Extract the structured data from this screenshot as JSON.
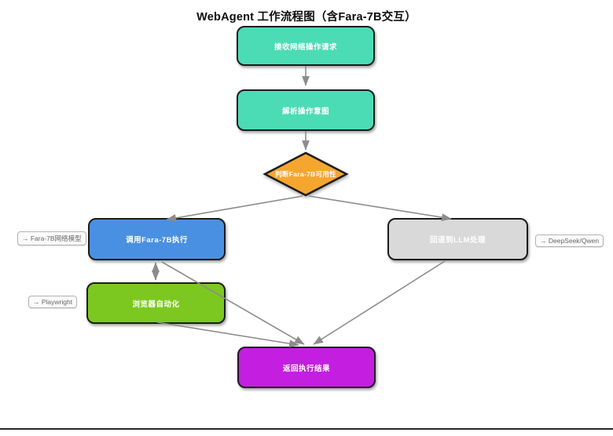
{
  "title": "WebAgent 工作流程图（含Fara-7B交互）",
  "nodes": {
    "receive": {
      "label": "接收网络操作请求",
      "color": "#4BDCB5"
    },
    "parse": {
      "label": "解析操作意图",
      "color": "#4BDCB5"
    },
    "decision": {
      "label": "判断Fara-7B可用性",
      "color": "#F5A62F"
    },
    "call_fara": {
      "label": "调用Fara-7B执行",
      "color": "#4A90E2"
    },
    "fallback": {
      "label": "回退到LLM处理",
      "color": "#D9D9D9"
    },
    "browser": {
      "label": "浏览器自动化",
      "color": "#7CC820"
    },
    "result": {
      "label": "返回执行结果",
      "color": "#C41EE0"
    }
  },
  "annotations": {
    "fara_model": "→ Fara-7B网络模型",
    "deepseek": "→ DeepSeek/Qwen",
    "playwright": "→ Playwright"
  },
  "edges": [
    {
      "from": "receive",
      "to": "parse"
    },
    {
      "from": "parse",
      "to": "decision"
    },
    {
      "from": "decision",
      "to": "call_fara"
    },
    {
      "from": "decision",
      "to": "fallback"
    },
    {
      "from": "call_fara",
      "to": "browser",
      "bidirectional": true
    },
    {
      "from": "call_fara",
      "to": "result"
    },
    {
      "from": "browser",
      "to": "result"
    },
    {
      "from": "fallback",
      "to": "result"
    }
  ],
  "style": {
    "edge_color": "#8c8c8c",
    "node_border_color": "#1c1c1c",
    "separator_color": "#262626"
  }
}
